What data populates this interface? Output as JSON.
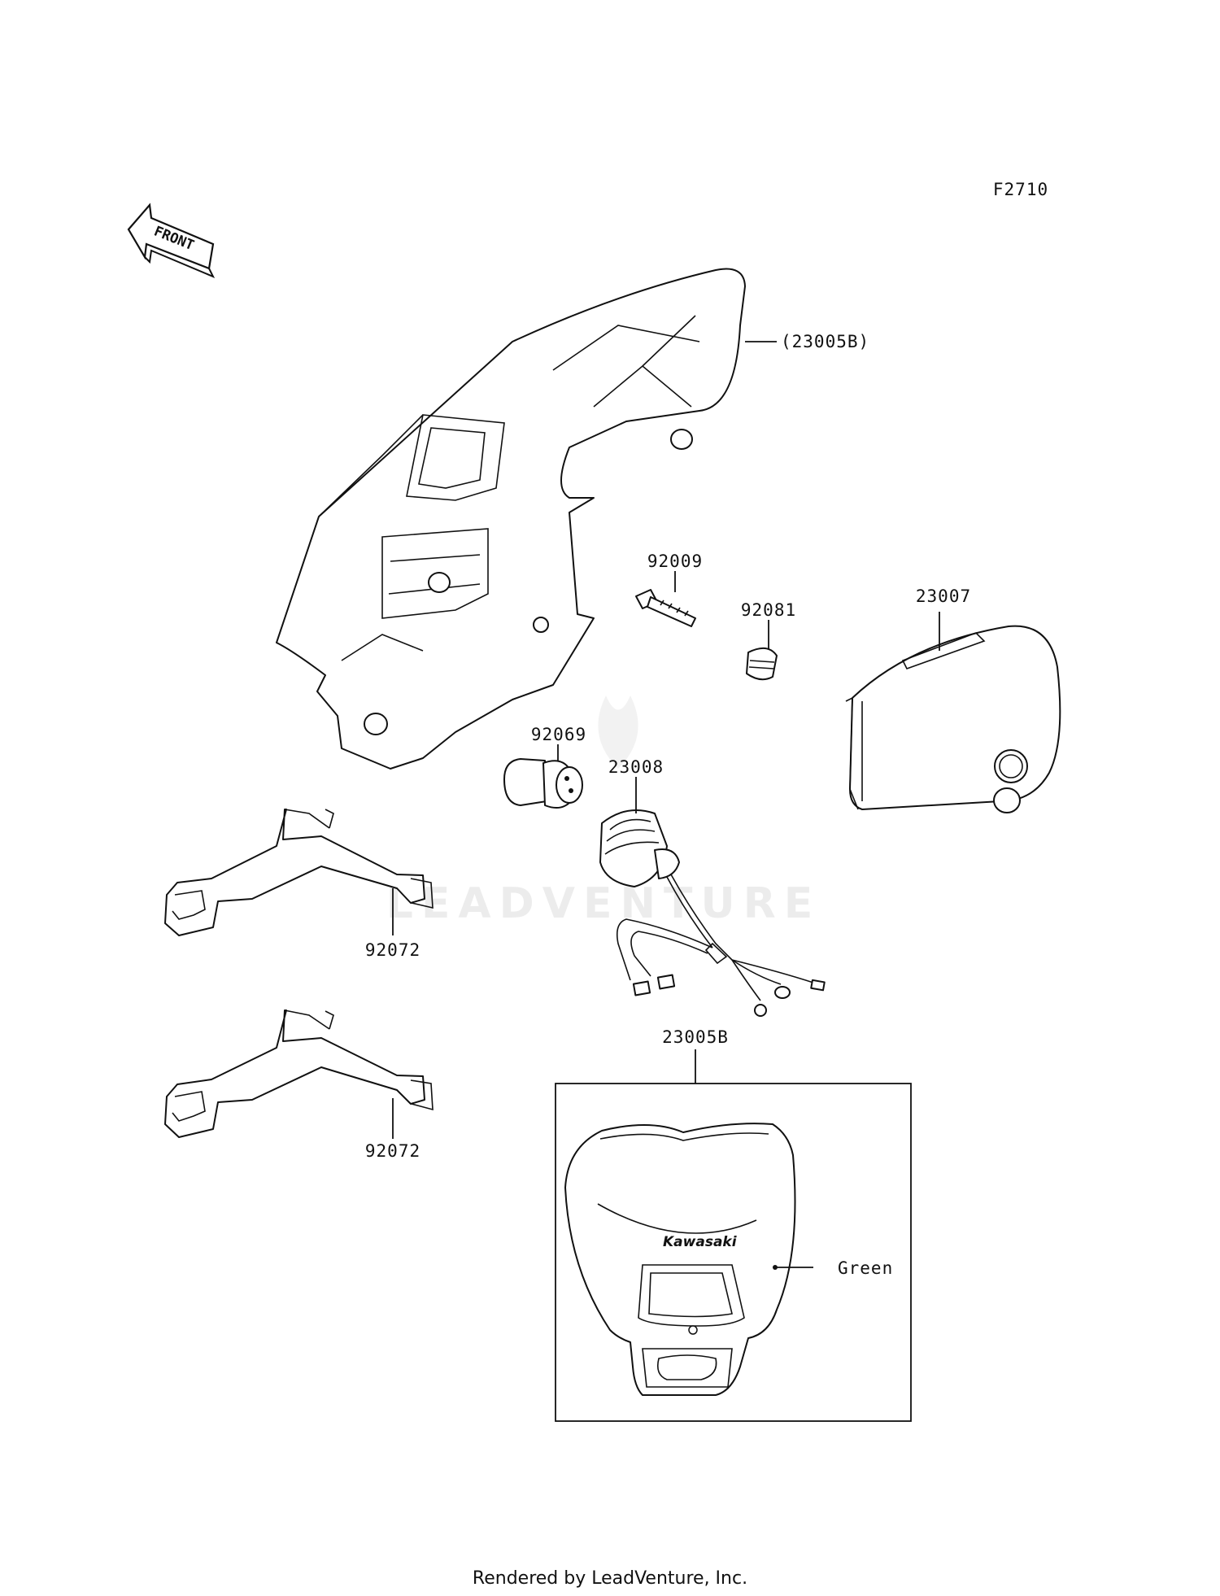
{
  "diagram": {
    "code": "F2710",
    "front_arrow": "FRONT",
    "watermark": "LEADVENTURE",
    "brand_decal": "Kawasaki",
    "color_note": "Green",
    "parts": [
      {
        "number": "(23005B)"
      },
      {
        "number": "92009"
      },
      {
        "number": "92081"
      },
      {
        "number": "23007"
      },
      {
        "number": "92069"
      },
      {
        "number": "23008"
      },
      {
        "number": "92072"
      },
      {
        "number": "92072"
      },
      {
        "number": "23005B"
      }
    ]
  },
  "footer": {
    "text": "Rendered by LeadVenture, Inc."
  }
}
